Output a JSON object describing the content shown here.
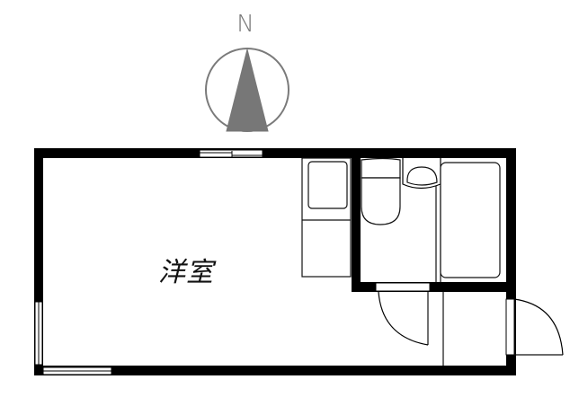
{
  "compass": {
    "label": "N",
    "ring_color": "#7a7a7a",
    "needle_color": "#777777"
  },
  "floor_plan": {
    "rooms": [
      {
        "id": "western-room",
        "label": "洋室"
      }
    ],
    "fixtures": [
      "kitchen-counter",
      "sink",
      "toilet",
      "wash-basin",
      "bathtub",
      "interior-door",
      "entrance-door",
      "windows"
    ]
  },
  "colors": {
    "wall": "#000000",
    "background": "#ffffff"
  }
}
